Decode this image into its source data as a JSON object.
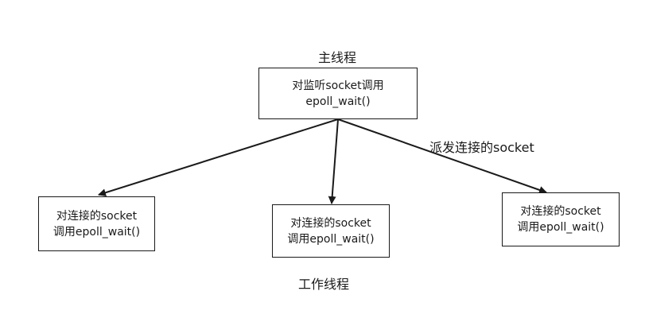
{
  "main_thread": {
    "label": "主线程",
    "box_line1": "对监听socket调用",
    "box_line2": "epoll_wait()"
  },
  "edge_label": "派发连接的socket",
  "worker_thread": {
    "label": "工作线程",
    "boxes": [
      {
        "line1": "对连接的socket",
        "line2": "调用epoll_wait()"
      },
      {
        "line1": "对连接的socket",
        "line2": "调用epoll_wait()"
      },
      {
        "line1": "对连接的socket",
        "line2": "调用epoll_wait()"
      }
    ]
  }
}
